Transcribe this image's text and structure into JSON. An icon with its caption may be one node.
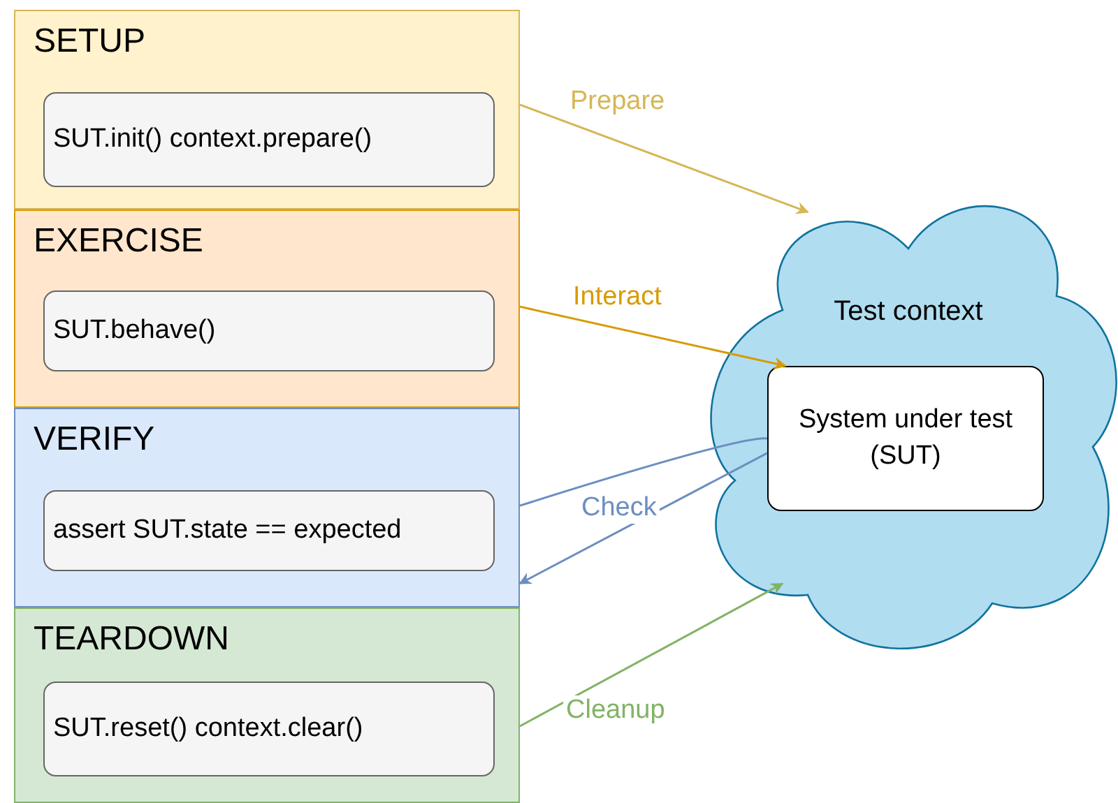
{
  "diagram": {
    "nodes": [
      {
        "text": [
          "SETUP"
        ]
      },
      {
        "text": [
          "SUT.init() context.prepare()"
        ],
        "in": 0
      },
      {
        "text": [
          "EXERCISE"
        ]
      },
      {
        "text": [
          "SUT.behave()"
        ],
        "in": 2
      },
      {
        "text": [
          "VERIFY"
        ]
      },
      {
        "text": [
          "assert SUT.state == expected"
        ],
        "in": 4
      },
      {
        "text": [
          "TEARDOWN"
        ]
      },
      {
        "text": [
          "SUT.reset() context.clear()"
        ],
        "in": 6
      },
      {
        "text": [
          "Test context"
        ]
      },
      {
        "text": [
          "System under test (SUT)"
        ],
        "in": 8
      }
    ],
    "edges": [
      {
        "from": 0,
        "to": 8,
        "arrow": "to",
        "label": "Prepare",
        "color": "#d6b656"
      },
      {
        "from": 2,
        "to": 9,
        "arrow": "to",
        "label": "Interact",
        "color": "#d79b00"
      },
      {
        "from": 4,
        "to": 9,
        "arrow": "none",
        "label": "Check",
        "color": "#6c8ebf"
      },
      {
        "from": 9,
        "to": 4,
        "arrow": "to",
        "color": "#6c8ebf"
      },
      {
        "from": 6,
        "to": 8,
        "arrow": "to",
        "label": "Cleanup",
        "color": "#82b366"
      }
    ]
  }
}
